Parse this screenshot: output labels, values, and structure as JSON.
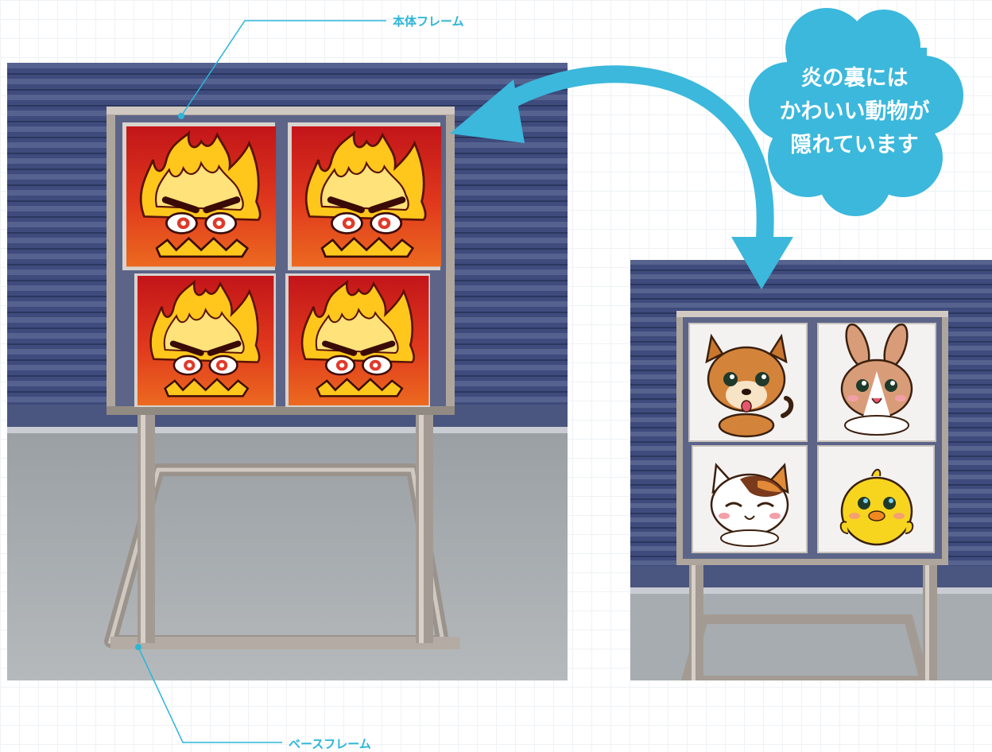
{
  "labels": {
    "main_frame": "本体フレーム",
    "base_frame": "ベースフレーム"
  },
  "callout": {
    "lines": [
      "炎の裏には",
      "かわいい動物が",
      "隠れています"
    ],
    "shape": "cloud",
    "color": "#3bb8dc"
  },
  "photos": {
    "left": {
      "subject": "stand-with-four-flame-face-panels",
      "panel_count": 4,
      "panel_icon": "flame-face-icon"
    },
    "right": {
      "subject": "stand-with-four-animal-panels",
      "panels": [
        "dog-icon",
        "rabbit-icon",
        "cat-icon",
        "chick-icon"
      ]
    }
  },
  "colors": {
    "accent": "#2cb6d8",
    "arrow": "#3bb8dc",
    "wall": "#3d4a7a",
    "ground": "#a9aeb2",
    "steel": "#b3aaa2",
    "flame_red": "#d42a1e",
    "flame_yellow": "#ffcc22"
  }
}
